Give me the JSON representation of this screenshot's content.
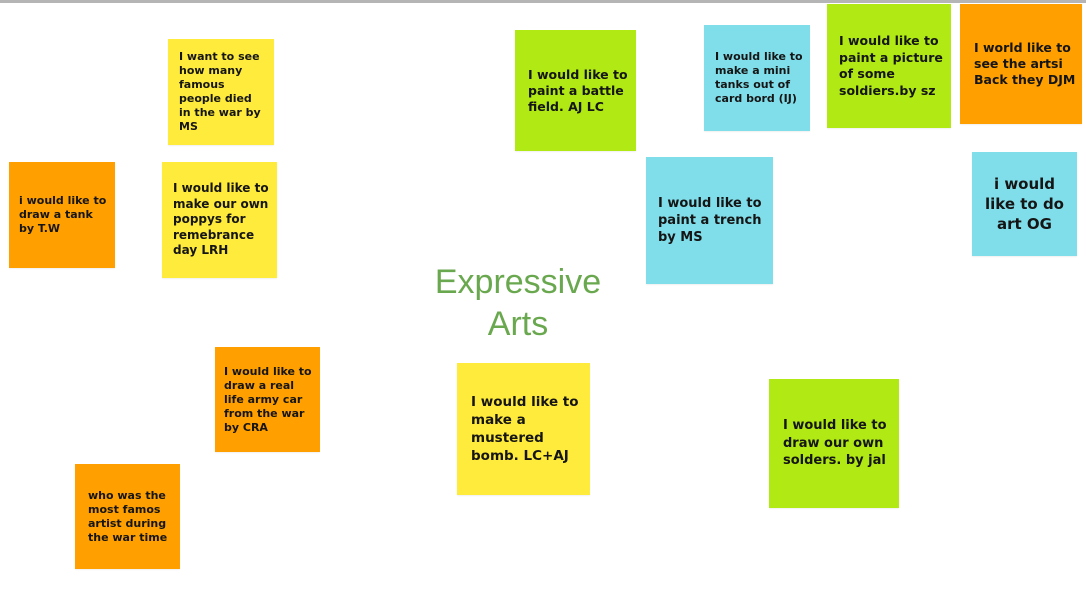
{
  "board": {
    "title": "Expressive Arts",
    "colors": {
      "background": "#ffffff",
      "title": "#6aa84f",
      "yellow": "#ffeb3b",
      "green": "#b0e914",
      "blue": "#80deea",
      "orange": "#ff9f00"
    }
  },
  "notes": [
    {
      "text": "I want to see how many famous people died in the war by MS",
      "color": "yellow"
    },
    {
      "text": "i would like to draw a tank by T.W",
      "color": "orange"
    },
    {
      "text": "I would like to make our own poppys for remebrance day LRH",
      "color": "yellow"
    },
    {
      "text": "I would like to draw a real life army car from the war by CRA",
      "color": "orange"
    },
    {
      "text": "who was the most famos artist during the war time",
      "color": "orange"
    },
    {
      "text": "I would like to paint a battle field. AJ  LC",
      "color": "green"
    },
    {
      "text": "I would like to make a mini tanks out of card bord (IJ)",
      "color": "blue"
    },
    {
      "text": "I would like to paint a picture of some soldiers.by sz",
      "color": "green"
    },
    {
      "text": "I world like to see the artsi Back they DJM",
      "color": "orange"
    },
    {
      "text": "I would like to paint a trench by MS",
      "color": "blue"
    },
    {
      "text": "i would like to do art OG",
      "color": "blue"
    },
    {
      "text": "I would like to make a mustered bomb. LC+AJ",
      "color": "yellow"
    },
    {
      "text": "I would like to draw our own solders. by jal",
      "color": "green"
    }
  ]
}
